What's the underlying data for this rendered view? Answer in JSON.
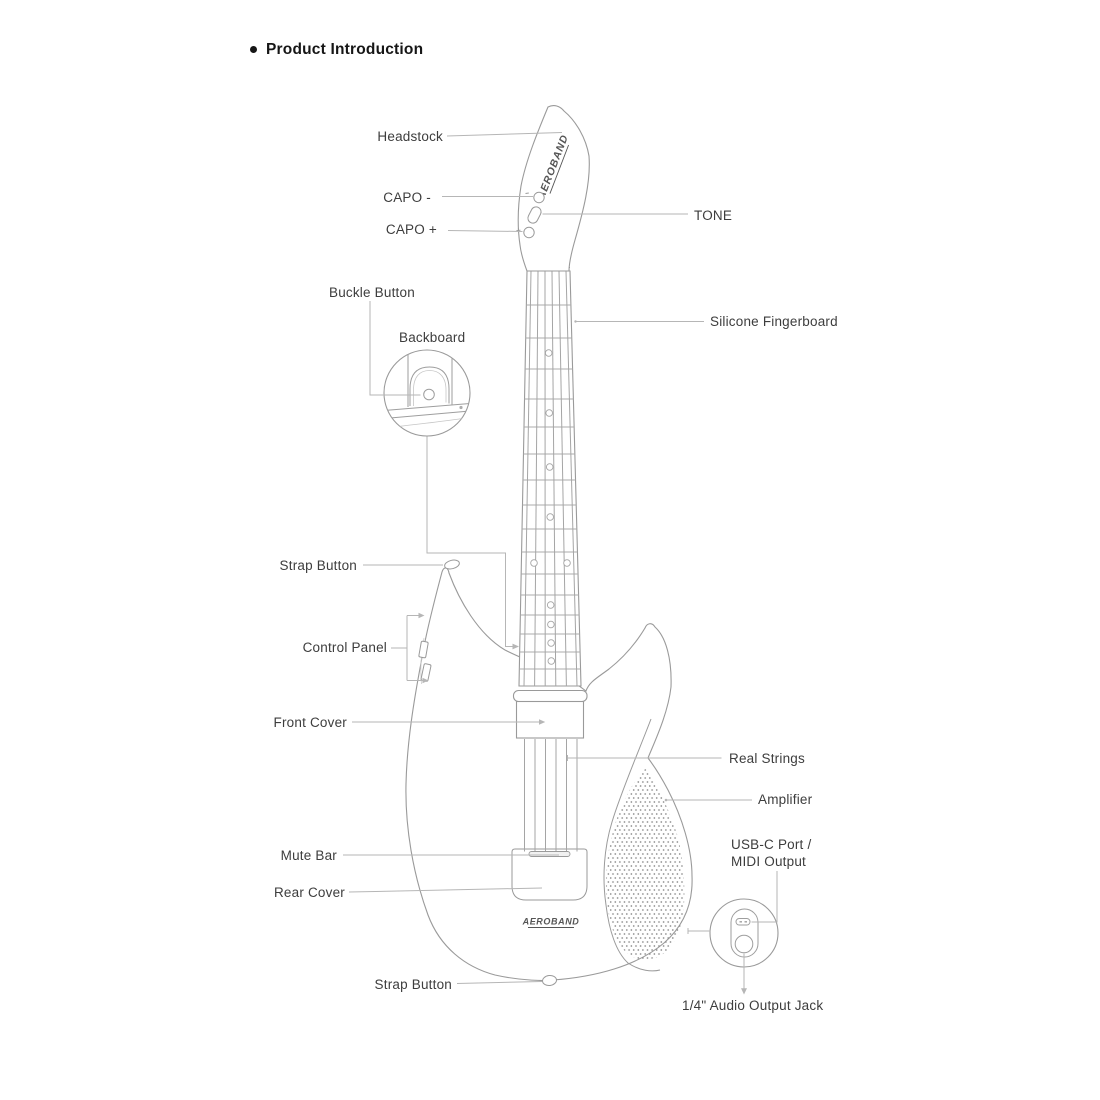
{
  "page": {
    "title": "Product Introduction"
  },
  "diagram": {
    "brand": "AEROBAND",
    "labels": {
      "headstock": "Headstock",
      "capo_minus": "CAPO -",
      "capo_plus": "CAPO +",
      "tone": "TONE",
      "buckle_button": "Buckle Button",
      "backboard": "Backboard",
      "silicone_fingerboard": "Silicone Fingerboard",
      "strap_button_top": "Strap Button",
      "control_panel": "Control Panel",
      "front_cover": "Front Cover",
      "real_strings": "Real Strings",
      "amplifier": "Amplifier",
      "usb_c_port_line1": "USB-C Port /",
      "usb_c_port_line2": "MIDI Output",
      "mute_bar": "Mute Bar",
      "rear_cover": "Rear Cover",
      "strap_button_bottom": "Strap Button",
      "audio_output_jack": "1/4\" Audio Output Jack"
    },
    "colors": {
      "text": "#3d3d3d",
      "callout_line": "#b6b6b6",
      "outline": "#9a9a9a"
    }
  }
}
